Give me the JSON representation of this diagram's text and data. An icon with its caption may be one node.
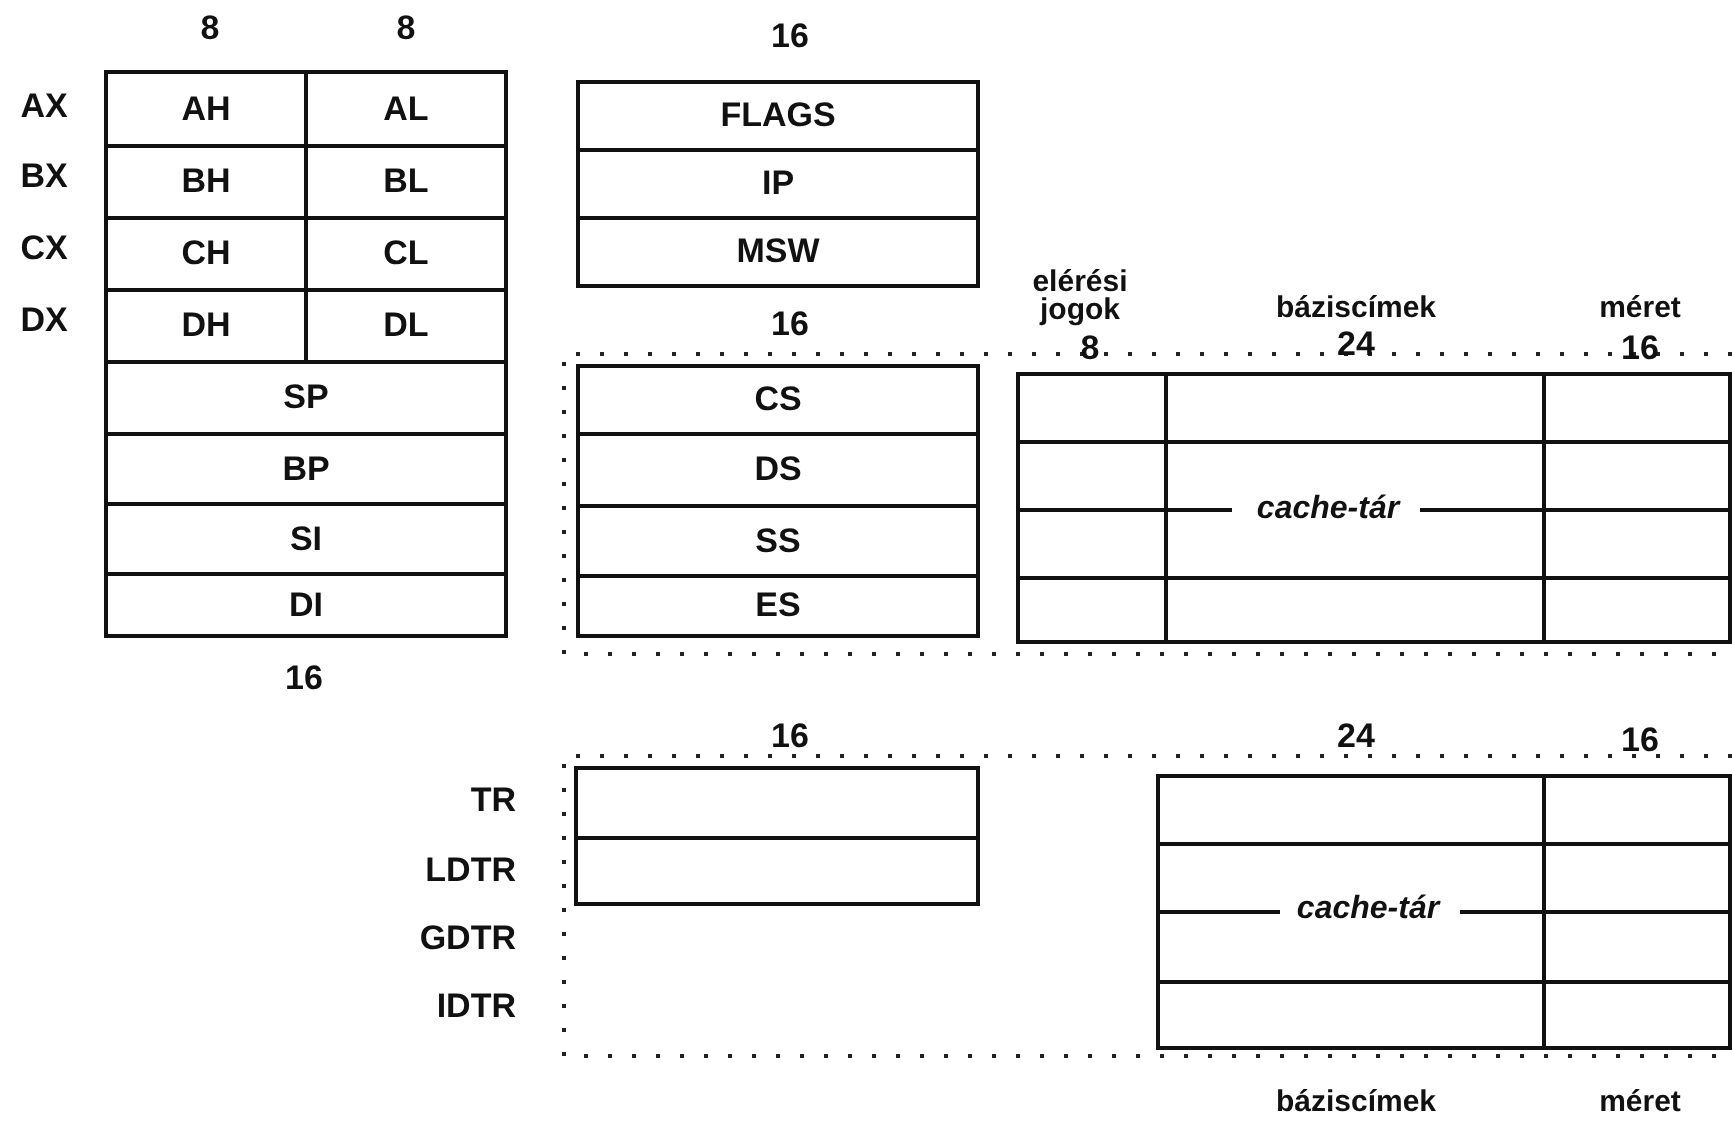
{
  "diagram": {
    "nodes": [
      {
        "text": [
          "AH"
        ]
      },
      {
        "text": [
          "AL"
        ]
      },
      {
        "text": [
          "BH"
        ]
      },
      {
        "text": [
          "BL"
        ]
      },
      {
        "text": [
          "CH"
        ]
      },
      {
        "text": [
          "CL"
        ]
      },
      {
        "text": [
          "DH"
        ]
      },
      {
        "text": [
          "DL"
        ]
      },
      {
        "text": [
          "SP"
        ]
      },
      {
        "text": [
          "BP"
        ]
      },
      {
        "text": [
          "SI"
        ]
      },
      {
        "text": [
          "DI"
        ]
      },
      {
        "text": [
          "FLAGS"
        ]
      },
      {
        "text": [
          "IP"
        ]
      },
      {
        "text": [
          "MSW"
        ]
      },
      {
        "text": [
          "CS"
        ]
      },
      {
        "text": [
          "DS"
        ]
      },
      {
        "text": [
          "SS"
        ]
      },
      {
        "text": [
          "ES"
        ]
      },
      {
        "text": [],
        "shape": "box"
      },
      {
        "text": [],
        "shape": "box"
      }
    ],
    "edges": [],
    "labels": [
      "8",
      "8",
      "16",
      "AX",
      "BX",
      "CX",
      "DX",
      "16",
      "elérési jogok",
      "báziscímek",
      "méret",
      "8",
      "24",
      "16",
      "cache-tár",
      "16",
      "16",
      "24",
      "16",
      "TR",
      "LDTR",
      "cache-tár",
      "GDTR",
      "IDTR",
      "báziscímek",
      "méret"
    ]
  }
}
